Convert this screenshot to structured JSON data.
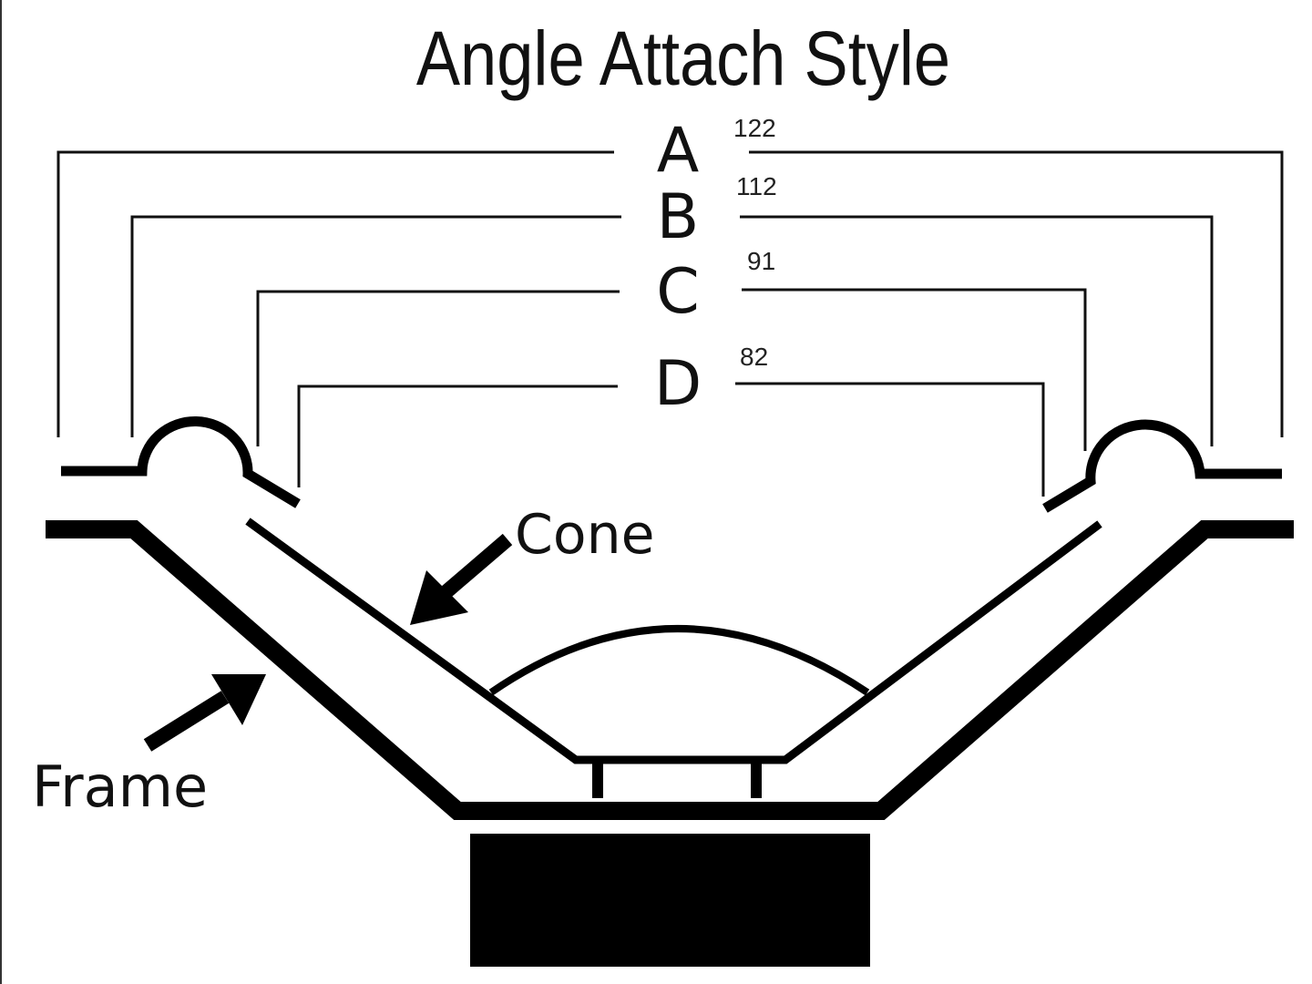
{
  "title": "Angle Attach Style",
  "dimensions": [
    {
      "letter": "A",
      "value": "122"
    },
    {
      "letter": "B",
      "value": "112"
    },
    {
      "letter": "C",
      "value": "91"
    },
    {
      "letter": "D",
      "value": "82"
    }
  ],
  "labels": {
    "cone": "Cone",
    "frame": "Frame"
  }
}
